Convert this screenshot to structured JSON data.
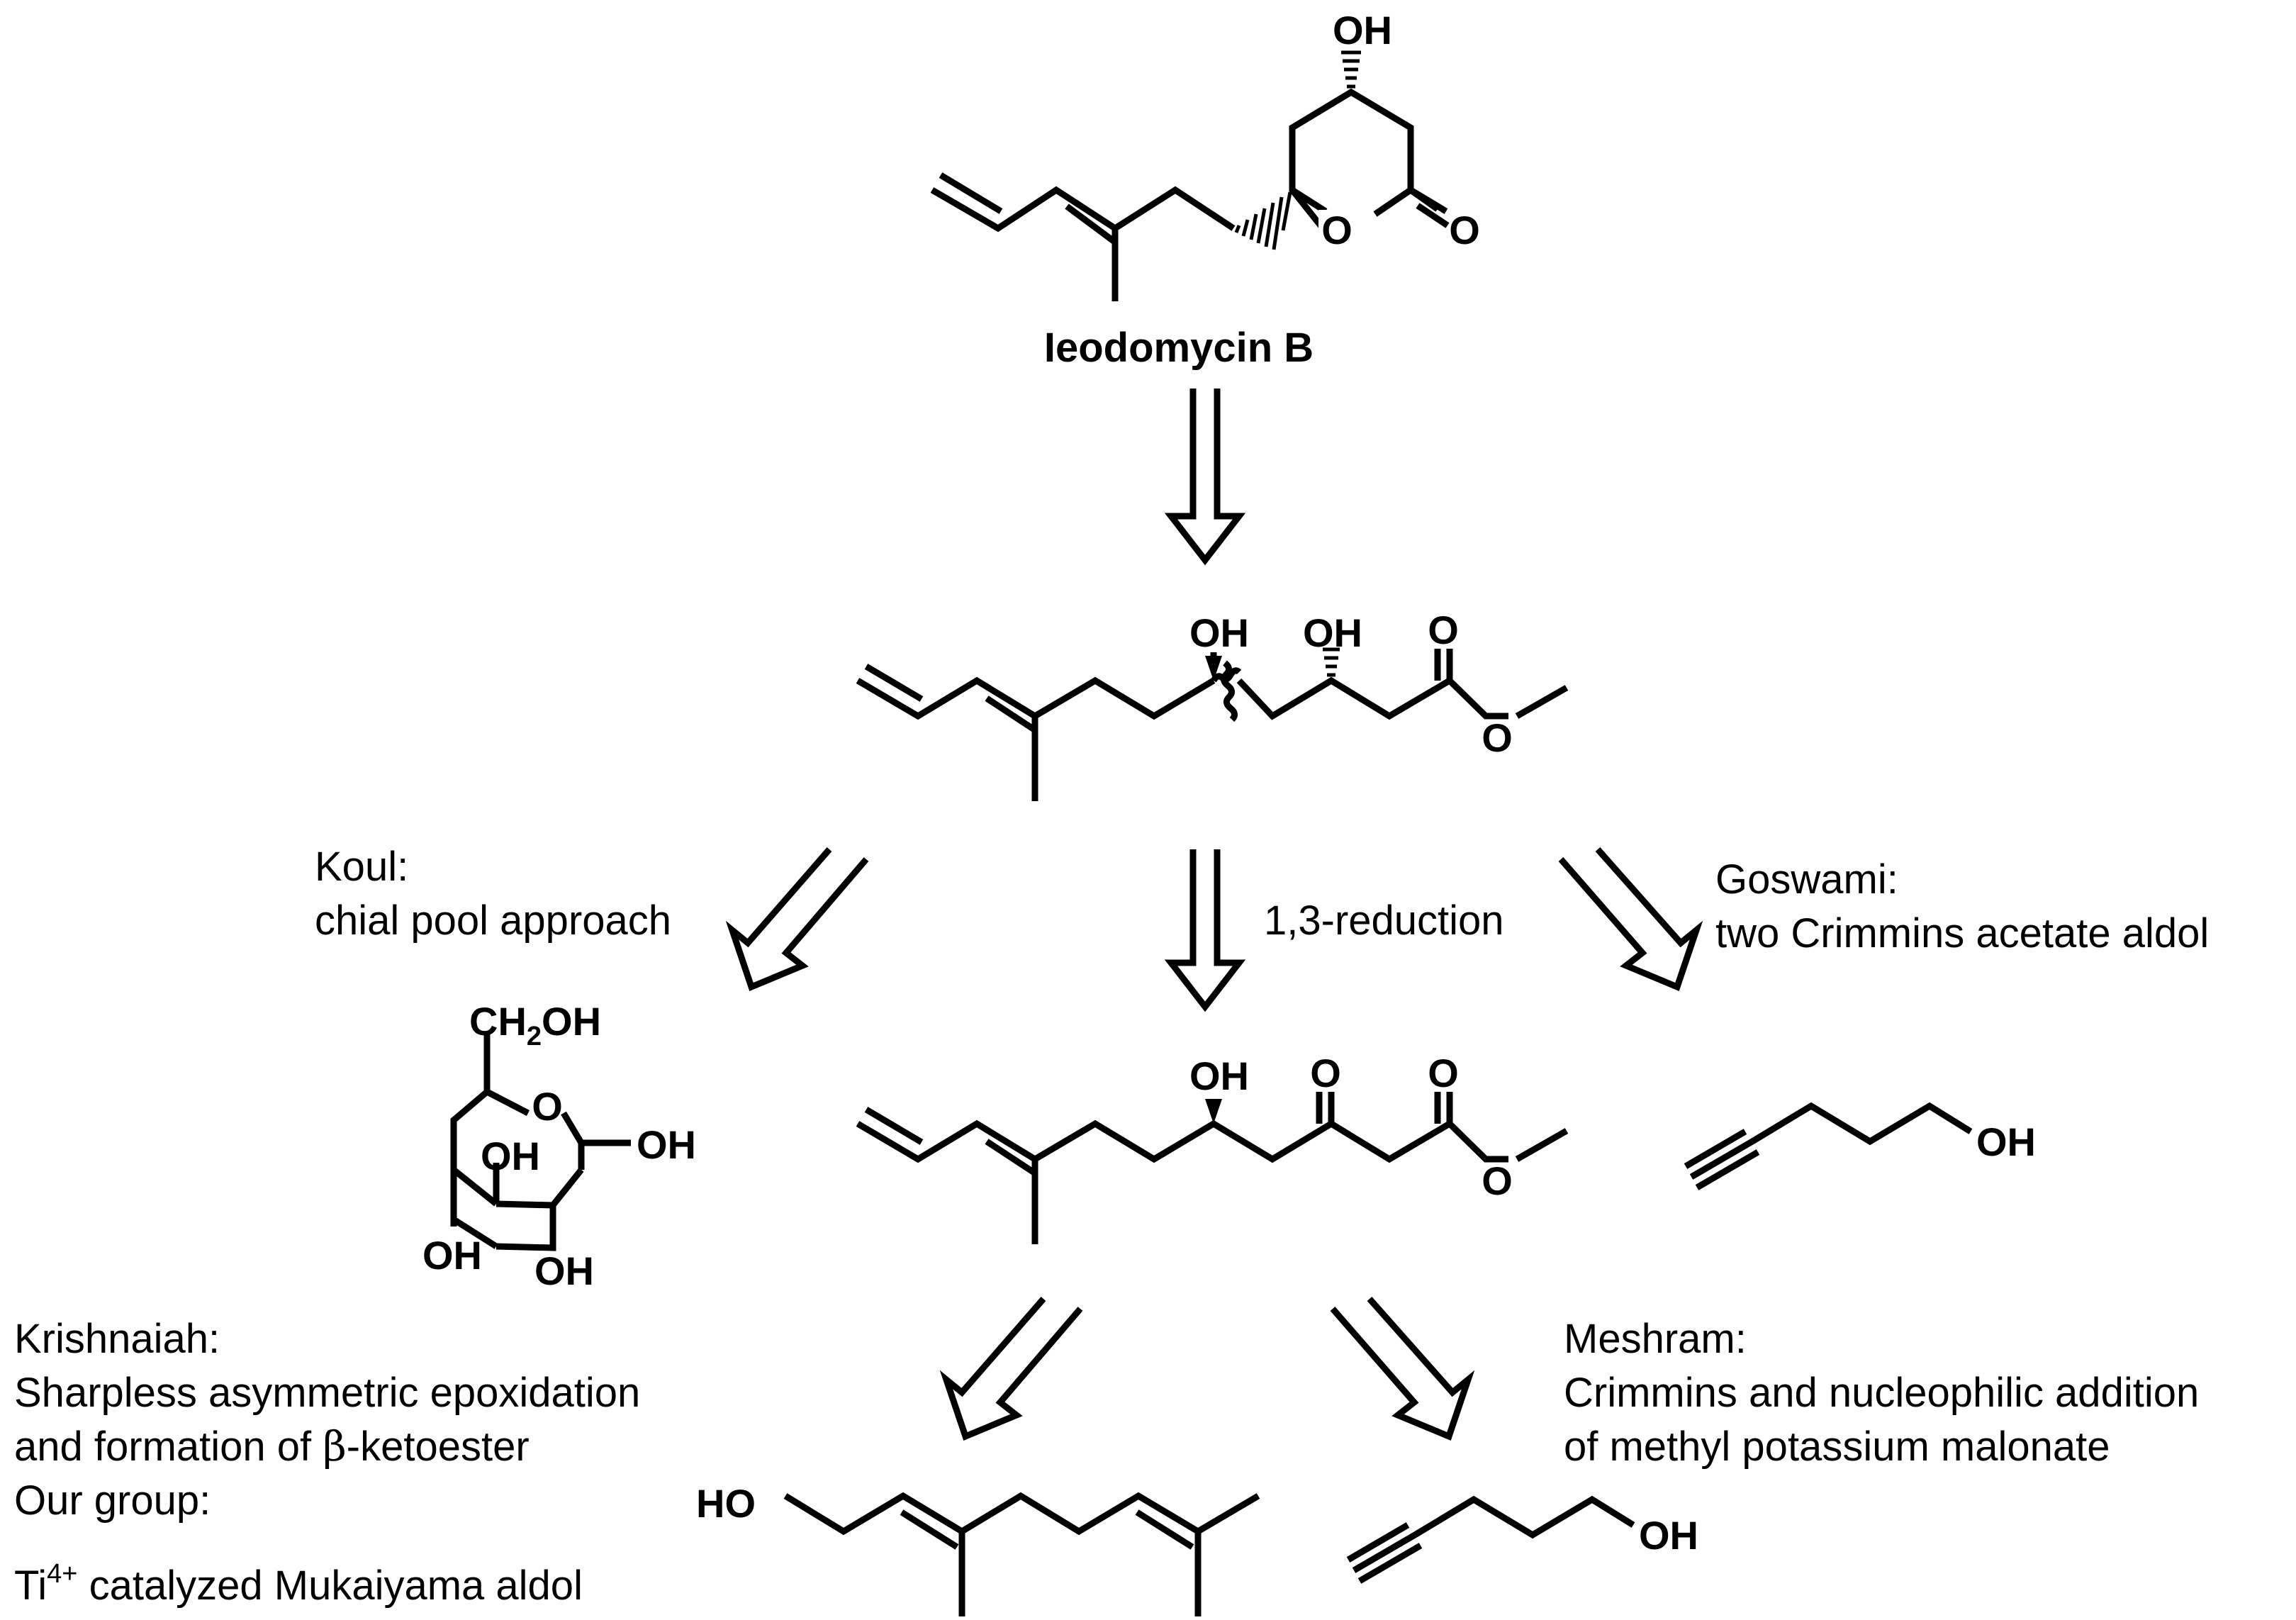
{
  "colors": {
    "ink": "#000000",
    "background": "#ffffff"
  },
  "target": {
    "name": "Ieodomycin B",
    "labels": {
      "oh": "OH",
      "ring_o": "O",
      "carbonyl_o": "O"
    }
  },
  "diol_ester": {
    "labels": {
      "oh1": "OH",
      "oh2": "OH",
      "carbonyl_o": "O",
      "ester_o": "O"
    }
  },
  "keto_ester": {
    "labels": {
      "oh": "OH",
      "ketone_o": "O",
      "carbonyl_o": "O",
      "ester_o": "O"
    }
  },
  "glucose": {
    "labels": {
      "ch2oh_main": "CH",
      "ch2oh_sub": "2",
      "ch2oh_tail": "OH",
      "ring_o": "O",
      "oh_anomeric": "OH",
      "oh_c2": "OH",
      "oh_c3": "OH",
      "oh_c4": "OH"
    }
  },
  "pentynol_top": {
    "labels": {
      "oh": "OH"
    }
  },
  "geraniol": {
    "labels": {
      "ho": "HO"
    }
  },
  "pentynol_bottom": {
    "labels": {
      "oh": "OH"
    }
  },
  "routes": {
    "koul": {
      "author": "Koul:",
      "method": "chial pool approach"
    },
    "reduction": {
      "label": "1,3-reduction"
    },
    "goswami": {
      "author": "Goswami:",
      "method": "two Crimmins acetate aldol"
    },
    "krishnaiah": {
      "author": "Krishnaiah:",
      "line1": "Sharpless asymmetric epoxidation",
      "line2_prefix": "and formation of ",
      "line2_greek": "β",
      "line2_suffix": "-ketoester"
    },
    "our_group": {
      "author": "Our group:",
      "prefix": "Ti",
      "superscript": "4+",
      "suffix": " catalyzed Mukaiyama aldol"
    },
    "meshram": {
      "author": "Meshram:",
      "line1": "Crimmins and nucleophilic addition",
      "line2": "of methyl potassium malonate"
    }
  }
}
